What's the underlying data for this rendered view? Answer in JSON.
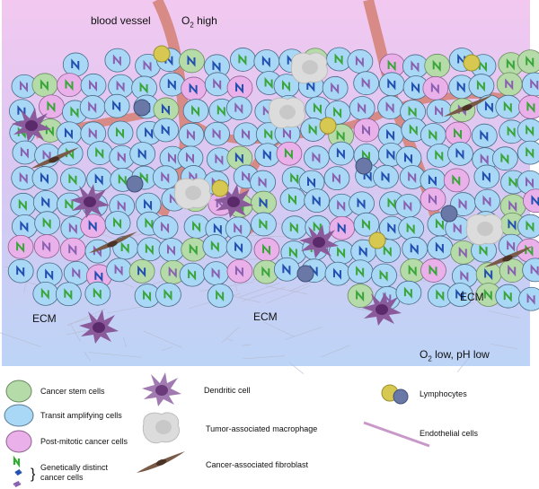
{
  "scene": {
    "blood_vessel": "blood vessel",
    "o2_high_prefix": "O",
    "o2_high_sub": "2",
    "o2_high_suffix": " high",
    "ecm_left": "ECM",
    "ecm_center": "ECM",
    "ecm_right": "ECM",
    "o2_low_prefix": "O",
    "o2_low_sub": "2",
    "o2_low_suffix": " low, pH low"
  },
  "legend": {
    "cancer_stem_cells": "Cancer stem cells",
    "transit_amplifying_cells": "Transit amplifying cells",
    "post_mitotic_cells": "Post-mitotic cancer cells",
    "genetically_distinct_line1": "Genetically distinct",
    "genetically_distinct_line2": "cancer cells",
    "dendritic_cell": "Dendritic cell",
    "macrophage": "Tumor-associated macrophage",
    "fibroblast": "Cancer-associated fibroblast",
    "lymphocytes": "Lymphocytes",
    "endothelial_cells": "Endothelial cells"
  },
  "colors": {
    "stem": "#b5dba8",
    "transit": "#a8d8f5",
    "postmitotic": "#eab0ea",
    "dendritic": "#8a5a9a",
    "macrophage": "#d8d8d8",
    "fibroblast": "#7a5a48",
    "vessel": "#d88a86",
    "lymph_yellow": "#d6c850",
    "lymph_blue": "#6a78a8"
  }
}
